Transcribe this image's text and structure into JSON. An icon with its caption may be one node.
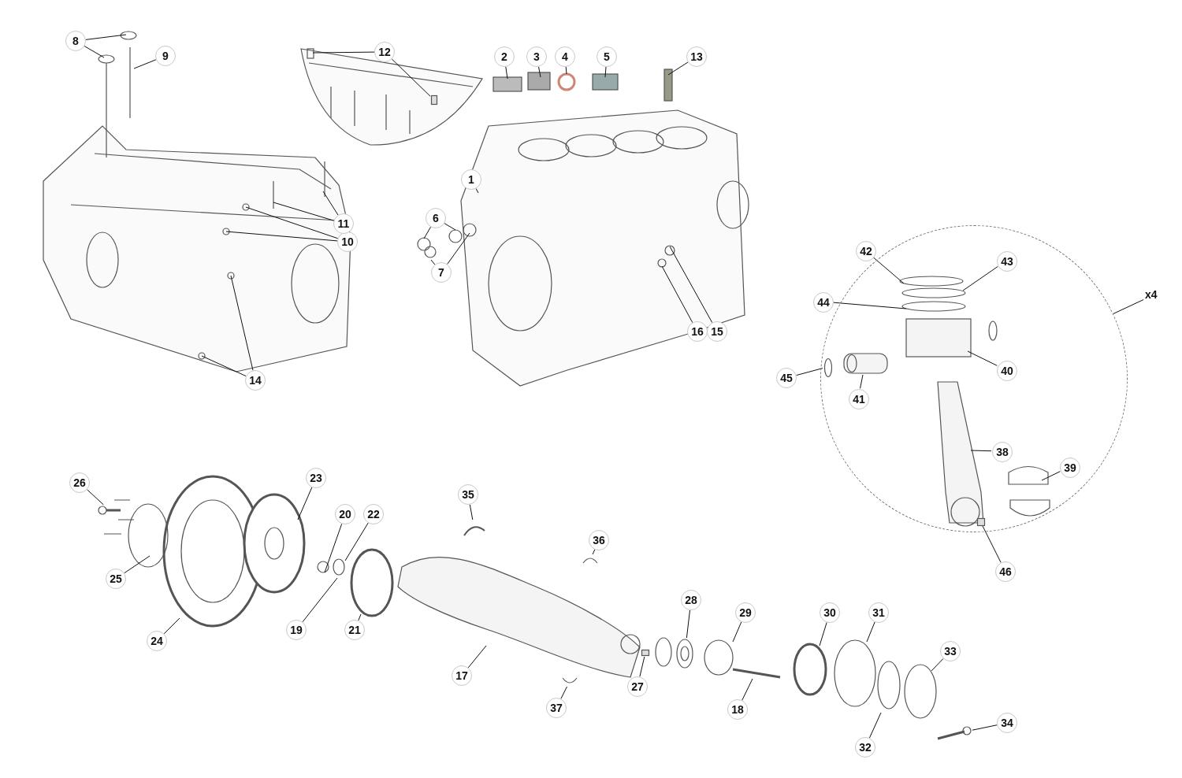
{
  "diagram": {
    "nodes": [
      {
        "text": [
          "1"
        ]
      },
      {
        "text": [
          "2"
        ]
      },
      {
        "text": [
          "3"
        ]
      },
      {
        "text": [
          "4"
        ]
      },
      {
        "text": [
          "5"
        ]
      },
      {
        "text": [
          "6"
        ]
      },
      {
        "text": [
          "7"
        ]
      },
      {
        "text": [
          "8"
        ]
      },
      {
        "text": [
          "9"
        ]
      },
      {
        "text": [
          "10"
        ]
      },
      {
        "text": [
          "11"
        ]
      },
      {
        "text": [
          "12"
        ]
      },
      {
        "text": [
          "13"
        ]
      },
      {
        "text": [
          "14"
        ]
      },
      {
        "text": [
          "15"
        ]
      },
      {
        "text": [
          "16"
        ]
      },
      {
        "text": [
          "17"
        ]
      },
      {
        "text": [
          "18"
        ]
      },
      {
        "text": [
          "19"
        ]
      },
      {
        "text": [
          "20"
        ]
      },
      {
        "text": [
          "21"
        ]
      },
      {
        "text": [
          "22"
        ]
      },
      {
        "text": [
          "23"
        ]
      },
      {
        "text": [
          "24"
        ]
      },
      {
        "text": [
          "25"
        ]
      },
      {
        "text": [
          "26"
        ]
      },
      {
        "text": [
          "27"
        ]
      },
      {
        "text": [
          "28"
        ]
      },
      {
        "text": [
          "29"
        ]
      },
      {
        "text": [
          "30"
        ]
      },
      {
        "text": [
          "31"
        ]
      },
      {
        "text": [
          "32"
        ]
      },
      {
        "text": [
          "33"
        ]
      },
      {
        "text": [
          "34"
        ]
      },
      {
        "text": [
          "35"
        ]
      },
      {
        "text": [
          "36"
        ]
      },
      {
        "text": [
          "37"
        ]
      },
      {
        "text": [],
        "shape": "circle"
      },
      {
        "text": [
          "38"
        ],
        "in": 37
      },
      {
        "text": [
          "39"
        ],
        "in": 37
      },
      {
        "text": [
          "40"
        ],
        "in": 37
      },
      {
        "text": [
          "41"
        ],
        "in": 37
      },
      {
        "text": [
          "42"
        ],
        "in": 37
      },
      {
        "text": [
          "43"
        ],
        "in": 37
      },
      {
        "text": [
          "44"
        ],
        "in": 37
      },
      {
        "text": [
          "45"
        ]
      },
      {
        "text": [
          "46"
        ]
      },
      {
        "text": [
          "x4"
        ]
      },
      {
        "text": [],
        "shape": "circle",
        "in": 37
      },
      {
        "text": [],
        "shape": "box",
        "in": 37
      },
      {
        "text": [],
        "shape": "box"
      },
      {
        "text": [],
        "shape": "picture"
      },
      {
        "text": [],
        "shape": "box"
      },
      {
        "text": [],
        "shape": "picture"
      },
      {
        "text": [],
        "shape": "picture"
      },
      {
        "text": [],
        "shape": "picture"
      },
      {
        "text": [],
        "shape": "picture"
      },
      {
        "text": [],
        "shape": "picture"
      },
      {
        "text": [],
        "shape": "picture",
        "in": 37
      }
    ],
    "edges": [
      {
        "from": 0,
        "to": null,
        "arrow": "none"
      },
      {
        "from": 1,
        "to": null,
        "arrow": "none"
      },
      {
        "from": 2,
        "to": null,
        "arrow": "none"
      },
      {
        "from": 3,
        "to": null,
        "arrow": "none"
      },
      {
        "from": 4,
        "to": null,
        "arrow": "none"
      },
      {
        "from": 5,
        "to": null,
        "arrow": "none"
      },
      {
        "from": 5,
        "to": null,
        "arrow": "none"
      },
      {
        "from": 6,
        "to": null,
        "arrow": "none"
      },
      {
        "from": 6,
        "to": null,
        "arrow": "none"
      },
      {
        "from": 7,
        "to": null,
        "arrow": "none"
      },
      {
        "from": 7,
        "to": null,
        "arrow": "none"
      },
      {
        "from": 8,
        "to": null,
        "arrow": "none"
      },
      {
        "from": 9,
        "to": null,
        "arrow": "none"
      },
      {
        "from": 9,
        "to": null,
        "arrow": "none"
      },
      {
        "from": 10,
        "to": null,
        "arrow": "none"
      },
      {
        "from": 10,
        "to": null,
        "arrow": "none"
      },
      {
        "from": 11,
        "to": null,
        "arrow": "none"
      },
      {
        "from": 11,
        "to": 50,
        "arrow": "none"
      },
      {
        "from": 12,
        "to": null,
        "arrow": "none"
      },
      {
        "from": 13,
        "to": null,
        "arrow": "none"
      },
      {
        "from": 13,
        "to": null,
        "arrow": "none"
      },
      {
        "from": 14,
        "to": null,
        "arrow": "none"
      },
      {
        "from": 15,
        "to": null,
        "arrow": "none"
      },
      {
        "from": 16,
        "to": null,
        "arrow": "none"
      },
      {
        "from": 17,
        "to": null,
        "arrow": "none"
      },
      {
        "from": 18,
        "to": null,
        "arrow": "none"
      },
      {
        "from": 19,
        "to": null,
        "arrow": "none"
      },
      {
        "from": 20,
        "to": null,
        "arrow": "none"
      },
      {
        "from": 21,
        "to": null,
        "arrow": "none"
      },
      {
        "from": 22,
        "to": null,
        "arrow": "none"
      },
      {
        "from": 23,
        "to": null,
        "arrow": "none"
      },
      {
        "from": 24,
        "to": null,
        "arrow": "none"
      },
      {
        "from": 25,
        "to": 51,
        "arrow": "none"
      },
      {
        "from": 26,
        "to": 52,
        "arrow": "none"
      },
      {
        "from": 27,
        "to": 53,
        "arrow": "none"
      },
      {
        "from": 28,
        "to": null,
        "arrow": "none"
      },
      {
        "from": 29,
        "to": null,
        "arrow": "none"
      },
      {
        "from": 30,
        "to": null,
        "arrow": "none"
      },
      {
        "from": 31,
        "to": null,
        "arrow": "none"
      },
      {
        "from": 32,
        "to": null,
        "arrow": "none"
      },
      {
        "from": 33,
        "to": 54,
        "arrow": "none"
      },
      {
        "from": 34,
        "to": 55,
        "arrow": "none"
      },
      {
        "from": 35,
        "to": 57,
        "arrow": "none"
      },
      {
        "from": 36,
        "to": 56,
        "arrow": "none"
      },
      {
        "from": 38,
        "to": null,
        "arrow": "none"
      },
      {
        "from": 39,
        "to": null,
        "arrow": "none"
      },
      {
        "from": 40,
        "to": null,
        "arrow": "none"
      },
      {
        "from": 41,
        "to": 58,
        "arrow": "none"
      },
      {
        "from": 42,
        "to": null,
        "arrow": "none"
      },
      {
        "from": 43,
        "to": null,
        "arrow": "none"
      },
      {
        "from": 44,
        "to": null,
        "arrow": "none"
      },
      {
        "from": 45,
        "to": 48,
        "arrow": "none"
      },
      {
        "from": 46,
        "to": 49,
        "arrow": "none"
      },
      {
        "from": 47,
        "to": 37,
        "arrow": "none"
      }
    ]
  }
}
